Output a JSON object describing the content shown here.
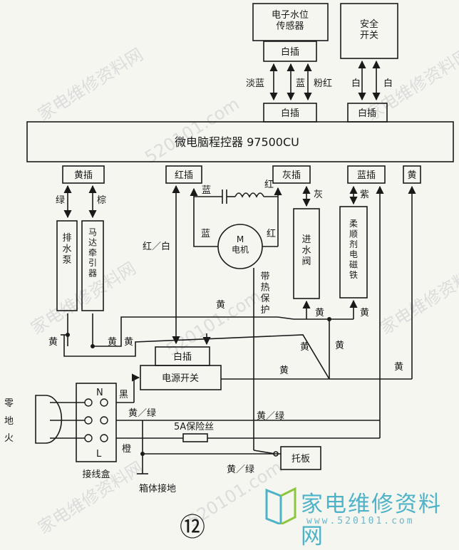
{
  "labels": {
    "sensor": "电子水位\n传感器",
    "safety": "安全\n开关",
    "plug_white": "白插",
    "plug_yellow": "黄插",
    "plug_red": "红插",
    "plug_gray": "灰插",
    "plug_blue": "蓝插",
    "yellow": "黄",
    "controller": "微电脑程控器  97500CU",
    "drain_pump": "排\n水\n泵",
    "motor_tractor": "马\n达\n牵\n引\n器",
    "motor": "M\n电机",
    "inlet_valve": "进\n水\n阀",
    "softener": "柔\n顺\n剂\n电\n磁\n铁",
    "power_switch": "电源开关",
    "junction_box": "接线盒",
    "tray": "托板",
    "fuse": "5A保险丝",
    "chassis_ground": "箱体接地",
    "thermal": "带\n热\n保\n护",
    "w_light_blue": "淡蓝",
    "w_blue": "蓝",
    "w_pink": "粉红",
    "w_white": "白",
    "w_green": "绿",
    "w_brown": "棕",
    "w_red": "红",
    "w_red_white": "红／白",
    "w_gray": "灰",
    "w_purple": "紫",
    "w_black": "黑",
    "w_yellow_green": "黄／绿",
    "w_orange": "橙",
    "plug_N": "N",
    "plug_L": "L",
    "mains_zero": "零",
    "mains_earth": "地",
    "mains_live": "火",
    "figure_no": "⑫"
  },
  "watermark": {
    "text": "家电维修资料网",
    "url": "520101.com"
  },
  "branding": {
    "name": "家电维修资料网",
    "url": "www.520101.com"
  },
  "colors": {
    "line": "#1a1a1a",
    "paper": "#f6f6f1",
    "brand": "#4fb3c8"
  }
}
